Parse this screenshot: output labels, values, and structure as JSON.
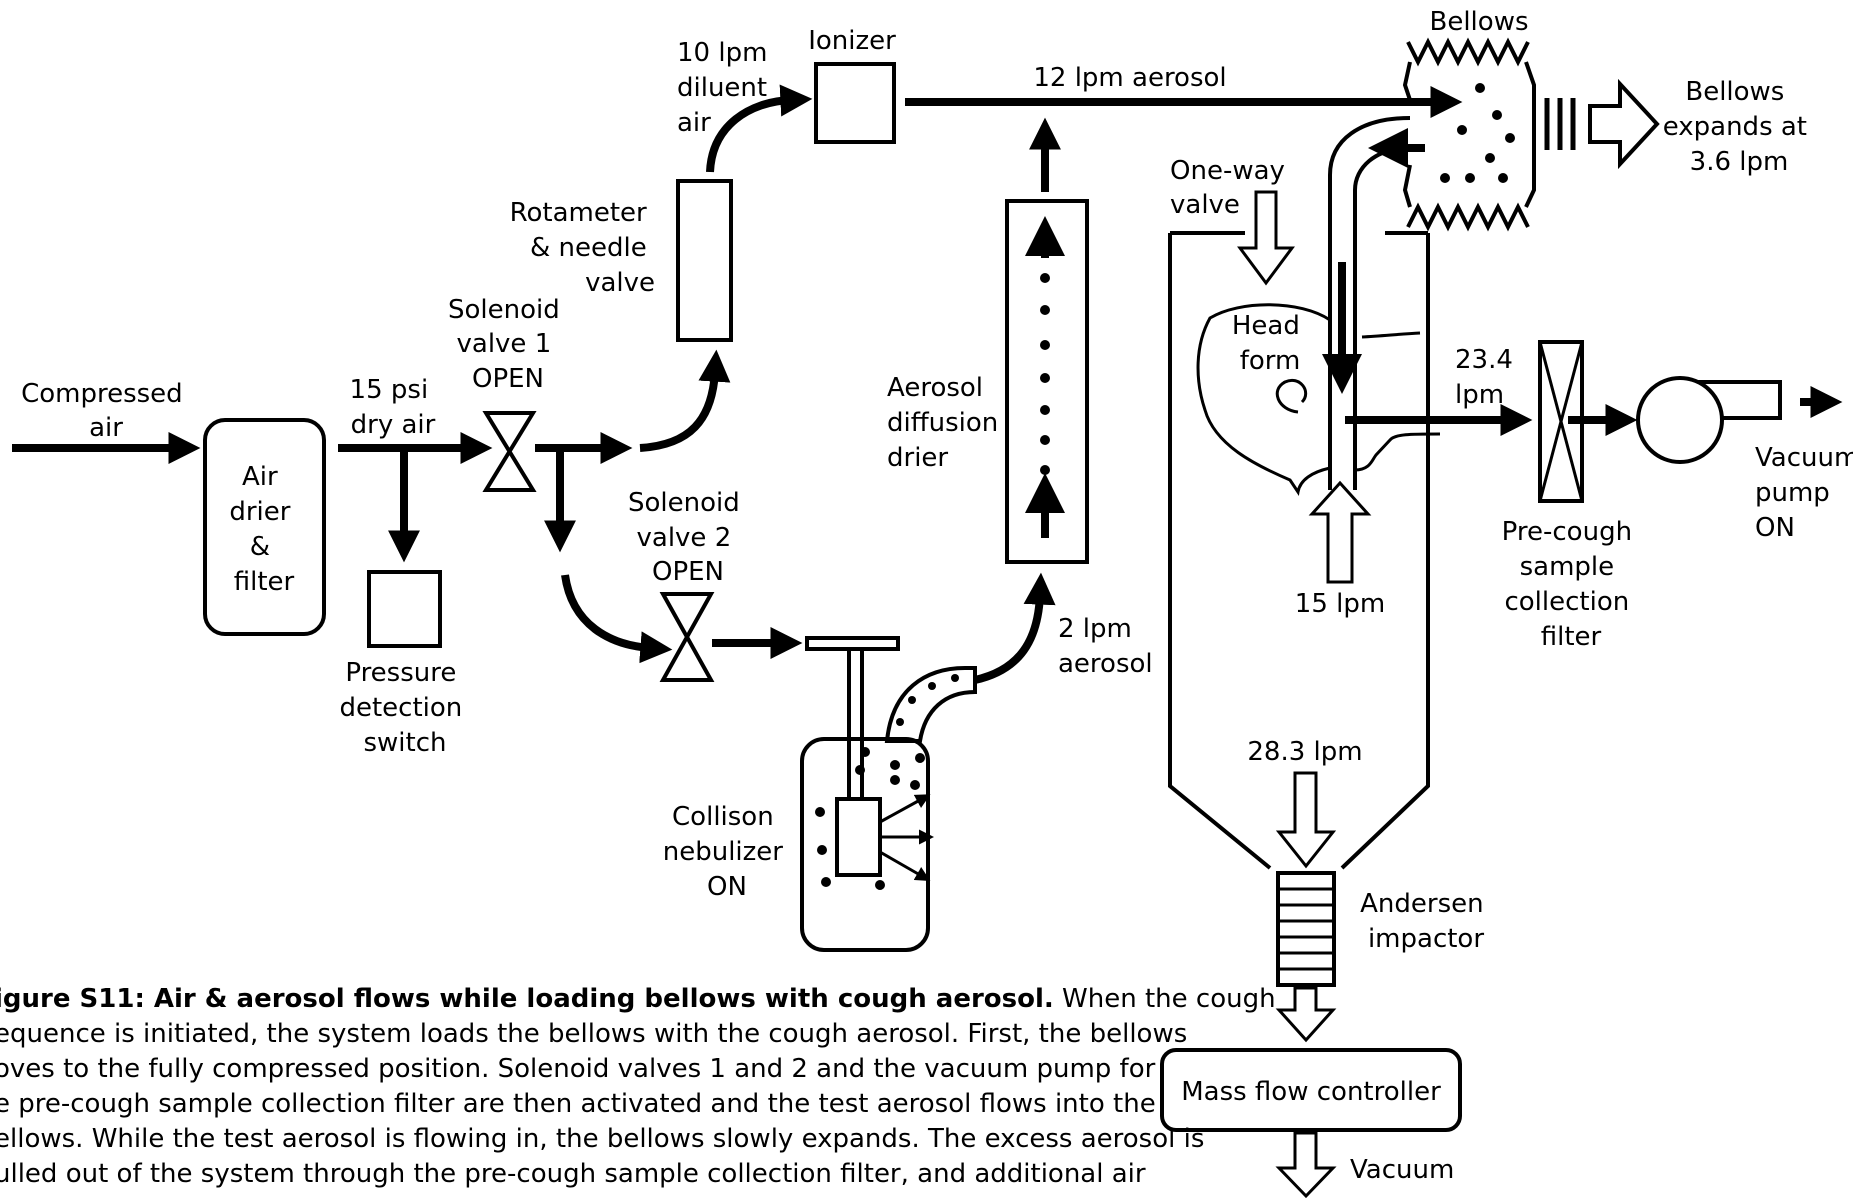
{
  "labels": {
    "compressed_air": [
      "Compressed",
      "air"
    ],
    "air_drier": [
      "Air",
      "drier",
      "&",
      "filter"
    ],
    "dry_air": [
      "15 psi",
      "dry air"
    ],
    "pressure_switch": [
      "Pressure",
      "detection",
      "switch"
    ],
    "solenoid1": [
      "Solenoid",
      "valve 1",
      "OPEN"
    ],
    "solenoid2": [
      "Solenoid",
      "valve 2",
      "OPEN"
    ],
    "rotameter": [
      "Rotameter",
      "& needle",
      "valve"
    ],
    "diluent": [
      "10 lpm",
      "diluent",
      "air"
    ],
    "ionizer": "Ionizer",
    "aerosol_12": "12 lpm aerosol",
    "diffusion_drier": [
      "Aerosol",
      "diffusion",
      "drier"
    ],
    "aerosol_2": [
      "2 lpm",
      "aerosol"
    ],
    "nebulizer": [
      "Collison",
      "nebulizer",
      "ON"
    ],
    "bellows": "Bellows",
    "bellows_expands": [
      "Bellows",
      "expands at",
      "3.6 lpm"
    ],
    "one_way_valve": [
      "One-way",
      "valve"
    ],
    "head_form": [
      "Head",
      "form"
    ],
    "flow_234": [
      "23.4",
      "lpm"
    ],
    "flow_15": "15 lpm",
    "precough_filter": [
      "Pre-cough",
      "sample",
      "collection",
      "filter"
    ],
    "vacuum_pump": [
      "Vacuum",
      "pump",
      "ON"
    ],
    "flow_283": "28.3 lpm",
    "andersen": [
      "Andersen",
      "impactor"
    ],
    "mass_flow": "Mass flow controller",
    "vacuum": "Vacuum"
  },
  "caption": {
    "title": "igure S11: Air & aerosol flows while loading bellows with cough aerosol.",
    "first_line_rest": " When the cough",
    "lines": [
      "equence is initiated, the system loads the bellows with the cough aerosol. First, the bellows",
      "oves to the fully compressed position. Solenoid valves 1 and 2 and the vacuum pump for",
      "e pre-cough sample collection filter are then activated and the test aerosol flows into the",
      "ellows. While the test aerosol is flowing in, the bellows slowly expands. The excess aerosol is",
      "ulled out of the system through the pre-cough sample collection filter, and additional air"
    ]
  }
}
